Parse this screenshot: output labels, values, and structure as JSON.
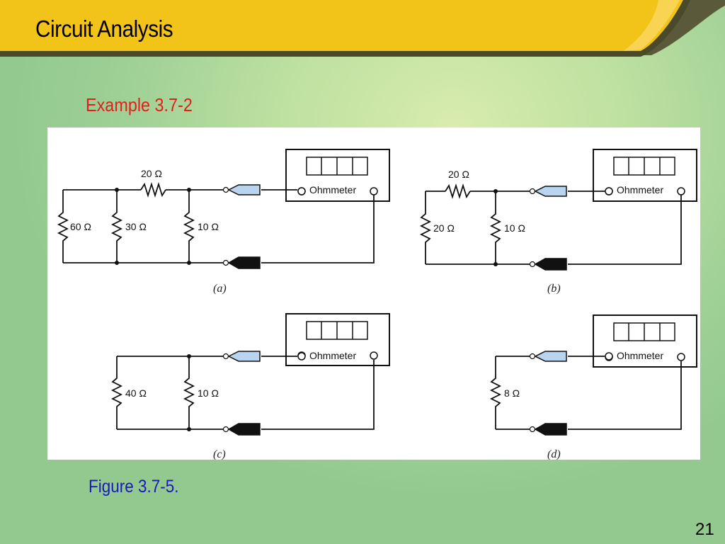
{
  "header": {
    "title": "Circuit Analysis"
  },
  "slide": {
    "example_label": "Example 3.7-2",
    "figure_caption": "Figure 3.7-5.",
    "page_number": "21"
  },
  "figure": {
    "panels": [
      {
        "caption": "(a)",
        "meter": "Ohmmeter",
        "resistors": [
          "20 Ω",
          "60 Ω",
          "30 Ω",
          "10 Ω"
        ]
      },
      {
        "caption": "(b)",
        "meter": "Ohmmeter",
        "resistors": [
          "20 Ω",
          "20 Ω",
          "10 Ω"
        ]
      },
      {
        "caption": "(c)",
        "meter": "Ohmmeter",
        "resistors": [
          "40 Ω",
          "10 Ω"
        ]
      },
      {
        "caption": "(d)",
        "meter": "Ohmmeter",
        "resistors": [
          "8 Ω"
        ]
      }
    ]
  },
  "colors": {
    "banner": "#f2c318",
    "title_red": "#e0201a",
    "caption_blue": "#1a1ab8",
    "probe_blue": "#b8d4ee"
  }
}
